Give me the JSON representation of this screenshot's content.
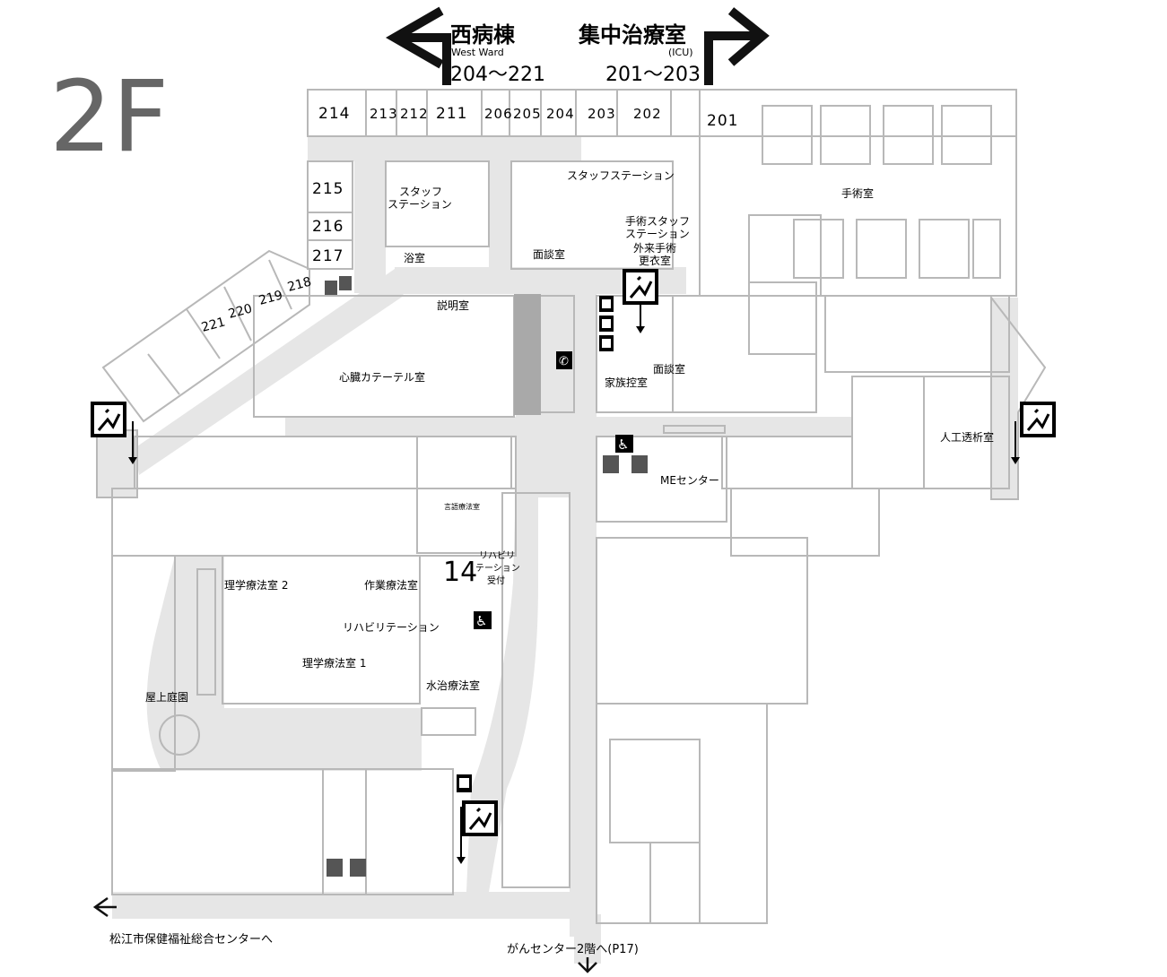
{
  "floor": "2F",
  "directions": {
    "west": {
      "title": "西病棟",
      "subtitle": "West Ward",
      "range": "204〜221"
    },
    "icu": {
      "title": "集中治療室",
      "subtitle": "(ICU)",
      "range": "201〜203"
    }
  },
  "rooms_top": [
    "214",
    "213",
    "212",
    "211",
    "206",
    "205",
    "204",
    "203",
    "202",
    "201"
  ],
  "rooms_left": [
    "215",
    "216",
    "217"
  ],
  "rooms_diag": [
    "218",
    "219",
    "220",
    "221"
  ],
  "labels": {
    "staff_station_left": "スタッフ\nステーション",
    "staff_station_top": "スタッフステーション",
    "surgery": "手術室",
    "surgery_staff": "手術スタッフ\nステーション",
    "outpatient_dress": "外来手術\n更衣室",
    "bath": "浴室",
    "consult1": "面談室",
    "explain": "説明室",
    "cardiac": "心臓カテーテル室",
    "consult2": "面談室",
    "family": "家族控室",
    "dialysis": "人工透析室",
    "me_center": "MEセンター",
    "speech": "言語療法室",
    "rehab_reception": "リハビリ\nテーション\n受付",
    "pt2": "理学療法室 2",
    "ot": "作業療法室",
    "rehab": "リハビリテーション",
    "pt1": "理学療法室 1",
    "hydro": "水治療法室",
    "garden": "屋上庭園"
  },
  "marker_14": "14",
  "footer": {
    "left": "松江市保健福祉総合センターへ",
    "bottom": "がんセンター2階へ(P17)"
  },
  "icons": [
    "emergency-exit-icon",
    "elevator-icon",
    "telephone-icon",
    "wheelchair-icon",
    "restroom-icon",
    "arrow-icon"
  ]
}
